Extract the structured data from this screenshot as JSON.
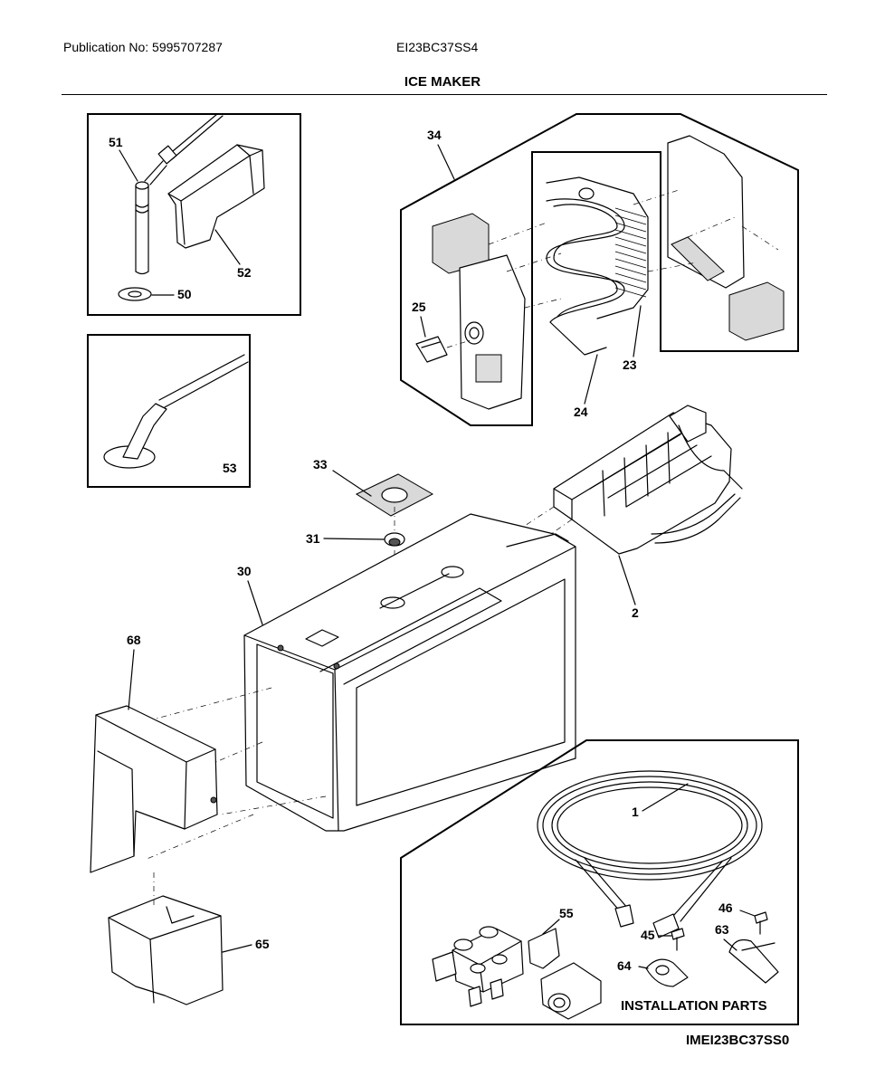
{
  "header": {
    "publication": "Publication No: 5995707287",
    "model": "EI23BC37SS4",
    "title": "ICE MAKER"
  },
  "callouts": {
    "p51": "51",
    "p52": "52",
    "p50": "50",
    "p53": "53",
    "p34": "34",
    "p25": "25",
    "p23": "23",
    "p24": "24",
    "p33": "33",
    "p31": "31",
    "p30": "30",
    "p2": "2",
    "p68": "68",
    "p65": "65",
    "p1": "1",
    "p55": "55",
    "p46": "46",
    "p45": "45",
    "p63": "63",
    "p64": "64"
  },
  "installation_caption": "INSTALLATION PARTS",
  "diagram_code": "IMEI23BC37SS0"
}
